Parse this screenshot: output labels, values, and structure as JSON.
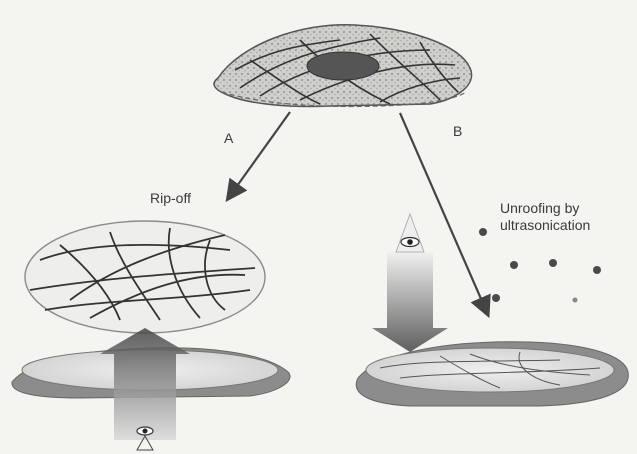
{
  "diagram": {
    "branch_a_label": "A",
    "branch_b_label": "B",
    "method_a_label": "Rip-off",
    "method_b_label_line1": "Unroofing by",
    "method_b_label_line2": "ultrasonication"
  },
  "colors": {
    "background": "#f4f4f1",
    "ink": "#3a3a3a",
    "membrane_fill": "#d6d6d2",
    "nucleus": "#555555",
    "arrow_gray": "#666666"
  },
  "icons": {
    "eye_bottom": "eye-icon",
    "eye_top": "eye-icon",
    "particles": "ultrasound-particle-icon"
  }
}
